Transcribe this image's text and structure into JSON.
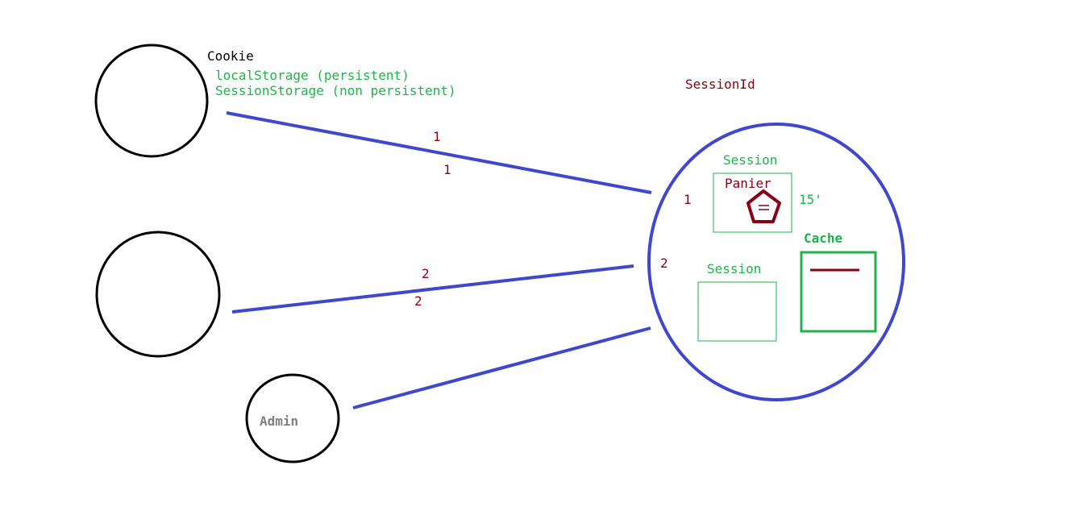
{
  "colors": {
    "black": "#000000",
    "blue": "#3f48cc",
    "green": "#22b14c",
    "darkred": "#880015",
    "gray": "#7f7f7f"
  },
  "labels": {
    "cookie": "Cookie",
    "local_storage": "localStorage (persistent)",
    "session_storage": "SessionStorage (non persistent)",
    "session_id": "SessionId",
    "admin": "Admin",
    "server_session_1": "Session",
    "server_session_2": "Session",
    "panier": "Panier",
    "timeout": "15'",
    "cache": "Cache"
  },
  "connection_labels": {
    "line1_top": "1",
    "line1_bottom": "1",
    "line2_top": "2",
    "line2_bottom": "2",
    "server_1": "1",
    "server_2": "2"
  },
  "icons": {
    "cart_icon": "pentagon-list-icon",
    "cache_entry_icon": "horizontal-bar-icon"
  }
}
